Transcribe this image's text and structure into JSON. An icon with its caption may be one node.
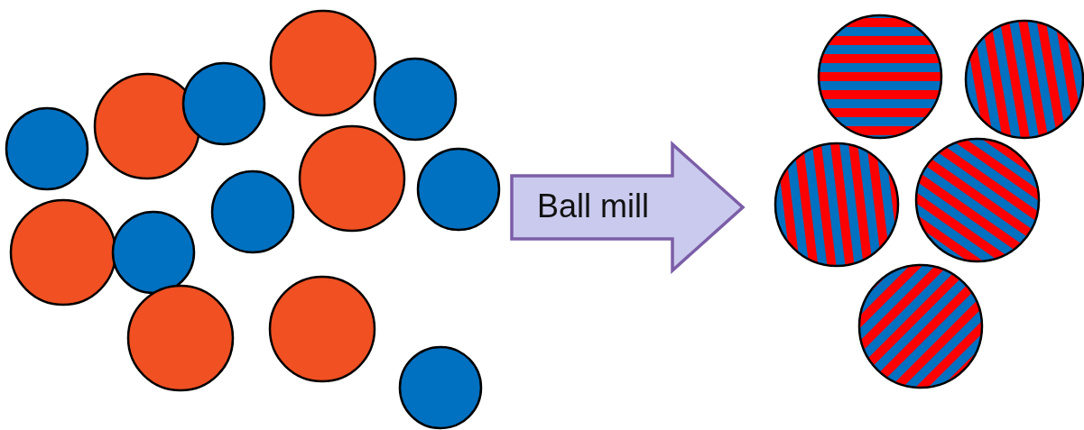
{
  "diagram": {
    "nodes": [
      {
        "text": [],
        "shape": "picture"
      },
      {
        "text": [],
        "shape": "picture"
      }
    ],
    "edges": [
      {
        "from": 0,
        "to": 1,
        "arrow": "to",
        "label": "Ball mill"
      }
    ]
  }
}
